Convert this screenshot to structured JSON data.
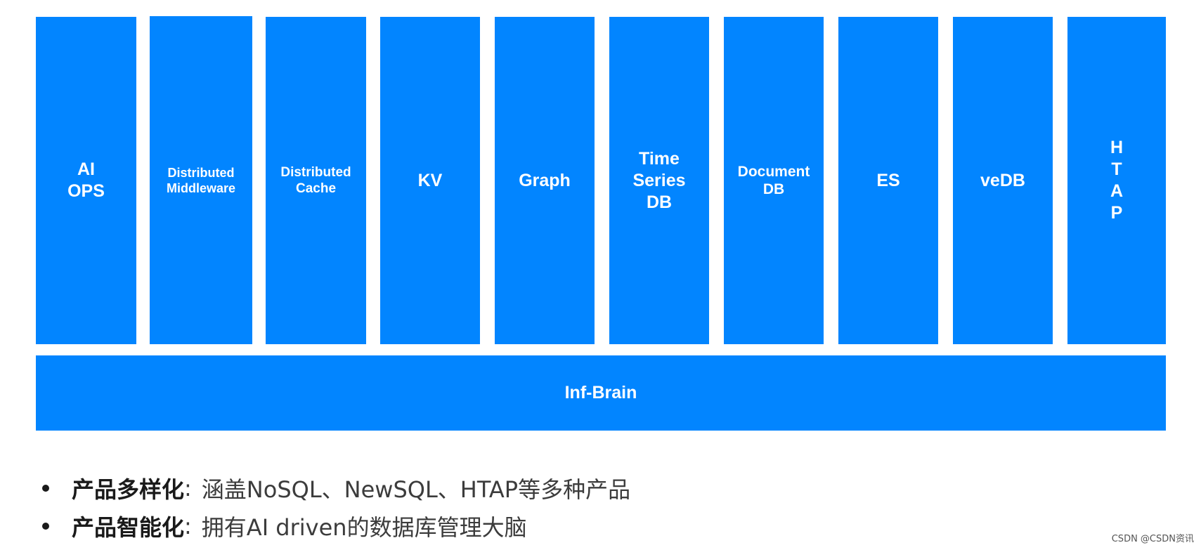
{
  "diagram": {
    "columns": [
      {
        "label": "AI\nOPS"
      },
      {
        "label": "Distributed\nMiddleware"
      },
      {
        "label": "Distributed\nCache"
      },
      {
        "label": "KV"
      },
      {
        "label": "Graph"
      },
      {
        "label": "Time\nSeries\nDB"
      },
      {
        "label": "Document\nDB"
      },
      {
        "label": "ES"
      },
      {
        "label": "veDB"
      },
      {
        "label": "H\nT\nA\nP"
      }
    ],
    "base_label": "Inf-Brain",
    "color": "#0285ff"
  },
  "bullets": [
    {
      "title": "产品多样化",
      "colon": ":",
      "text": "涵盖NoSQL、NewSQL、HTAP等多种产品"
    },
    {
      "title": "产品智能化",
      "colon": ":",
      "text": "拥有AI driven的数据库管理大脑"
    }
  ],
  "watermark": "CSDN @CSDN资讯"
}
